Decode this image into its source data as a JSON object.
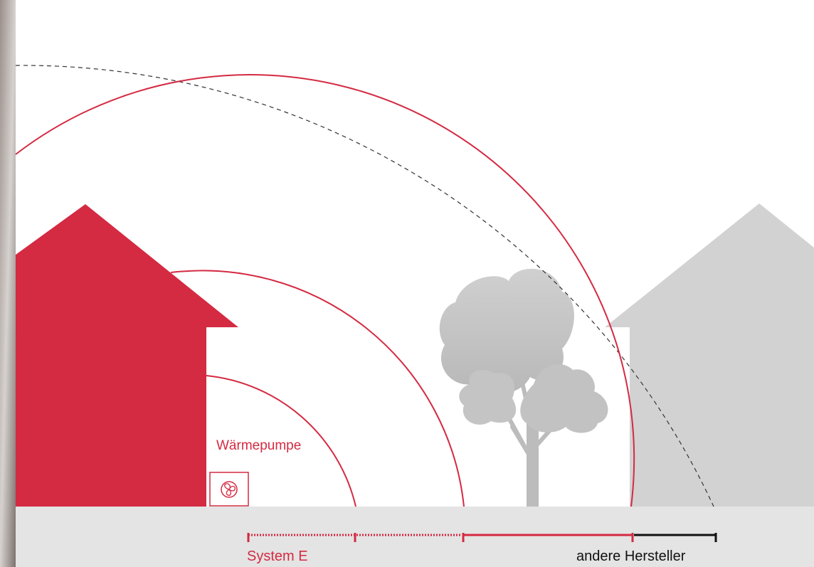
{
  "diagram": {
    "heatpump_label": "Wärmepumpe",
    "heatpump_icon": "fan-icon",
    "legend": {
      "system_e_label": "System E",
      "other_label": "andere Hersteller"
    },
    "colors": {
      "brand_red": "#d42a42",
      "house_red": "#d42a42",
      "neighbor_grey": "#d2d2d2",
      "tree_grey": "#bdbdbd",
      "ground": "#e4e4e4",
      "dashed_arc": "#333333",
      "other_scale": "#111111"
    }
  }
}
